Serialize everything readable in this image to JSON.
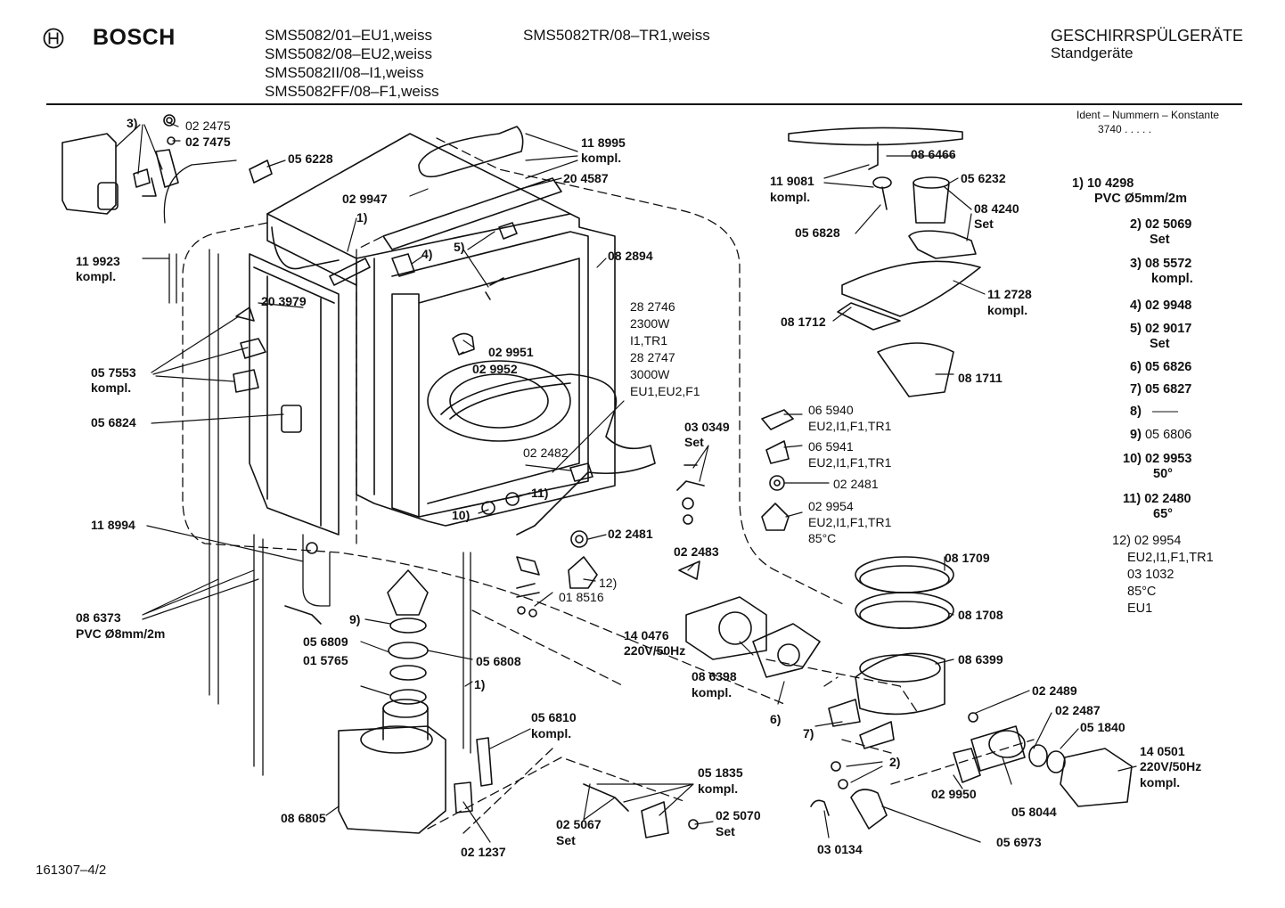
{
  "header": {
    "brand": "BOSCH",
    "models_col1": [
      "SMS5082/01–EU1,weiss",
      "SMS5082/08–EU2,weiss",
      "SMS5082II/08–I1,weiss",
      "SMS5082FF/08–F1,weiss"
    ],
    "models_col2": [
      "SMS5082TR/08–TR1,weiss"
    ],
    "category": "GESCHIRRSPÜLGERÄTE",
    "subcategory": "Standgeräte"
  },
  "ident": {
    "title": "Ident – Nummern – Konstante",
    "value": "3740 . . . . ."
  },
  "legend": [
    {
      "no": "1)",
      "lines": [
        "10 4298",
        "PVC Ø5mm/2m"
      ]
    },
    {
      "no": "2)",
      "lines": [
        "02 5069",
        "Set"
      ]
    },
    {
      "no": "3)",
      "lines": [
        "08 5572",
        "kompl."
      ]
    },
    {
      "no": "4)",
      "lines": [
        "02 9948"
      ]
    },
    {
      "no": "5)",
      "lines": [
        "02 9017",
        "Set"
      ]
    },
    {
      "no": "6)",
      "lines": [
        "05 6826"
      ]
    },
    {
      "no": "7)",
      "lines": [
        "05 6827"
      ]
    },
    {
      "no": "8)",
      "lines": [
        "——"
      ]
    },
    {
      "no": "9)",
      "lines": [
        "05 6806"
      ]
    },
    {
      "no": "10)",
      "lines": [
        "02 9953",
        "50°"
      ]
    },
    {
      "no": "11)",
      "lines": [
        "02 2480",
        "65°"
      ]
    },
    {
      "no": "12)",
      "lines": [
        "02 9954",
        "EU2,I1,F1,TR1",
        "03 1032",
        "85°C",
        "EU1"
      ]
    }
  ],
  "labels": {
    "l_3": "3)",
    "l_022475": "02 2475",
    "l_027475": "02 7475",
    "l_056228": "05 6228",
    "l_119923": "11 9923",
    "l_119923k": "kompl.",
    "l_029947": "02 9947",
    "l_118995": "11 8995",
    "l_118995k": "kompl.",
    "l_204587": "20 4587",
    "l_1a": "1)",
    "l_4": "4)",
    "l_5": "5)",
    "l_082894": "08 2894",
    "l_203979": "20 3979",
    "l_057553": "05 7553",
    "l_057553k": "kompl.",
    "l_029951": "02 9951",
    "l_029952": "02 9952",
    "heater": [
      "28 2746",
      "2300W",
      "I1,TR1",
      "28 2747",
      "3000W",
      "EU1,EU2,F1"
    ],
    "l_056824": "05 6824",
    "l_022482": "02 2482",
    "l_11": "11)",
    "l_10": "10)",
    "l_118994": "11 8994",
    "l_022481a": "02 2481",
    "l_12": "12)",
    "l_018516": "01 8516",
    "l_086373": "08 6373",
    "l_086373p": "PVC Ø8mm/2m",
    "l_9": "9)",
    "l_056809": "05 6809",
    "l_015765": "01 5765",
    "l_056808": "05 6808",
    "l_1b": "1)",
    "l_056810": "05 6810",
    "l_056810k": "kompl.",
    "l_086805": "08 6805",
    "l_025067": "02 5067",
    "l_025067s": "Set",
    "l_021237": "02 1237",
    "l_051835": "05 1835",
    "l_051835k": "kompl.",
    "l_025070": "02 5070",
    "l_025070s": "Set",
    "l_119081": "11 9081",
    "l_119081k": "kompl.",
    "l_086466": "08 6466",
    "l_056232": "05 6232",
    "l_084240": "08 4240",
    "l_084240s": "Set",
    "l_056828": "05 6828",
    "l_112728": "11 2728",
    "l_112728k": "kompl.",
    "l_081712": "08 1712",
    "l_081711": "08 1711",
    "l_065940": "06 5940",
    "l_065940v": "EU2,I1,F1,TR1",
    "l_065941": "06 5941",
    "l_065941v": "EU2,I1,F1,TR1",
    "l_022481b": "02 2481",
    "l_029954": "02 9954",
    "l_029954v": "EU2,I1,F1,TR1",
    "l_029954t": "85°C",
    "l_030349": "03 0349",
    "l_030349s": "Set",
    "l_022483": "02 2483",
    "l_140476": "14 0476",
    "l_140476v": "220V/50Hz",
    "l_081709": "08 1709",
    "l_081708": "08 1708",
    "l_086399": "08 6399",
    "l_086398": "08 6398",
    "l_086398k": "kompl.",
    "l_6": "6)",
    "l_7": "7)",
    "l_022489": "02 2489",
    "l_022487": "02 2487",
    "l_051840": "05 1840",
    "l_2": "2)",
    "l_140501": "14 0501",
    "l_140501v": "220V/50Hz",
    "l_140501k": "kompl.",
    "l_029950": "02 9950",
    "l_058044": "05 8044",
    "l_030134": "03 0134",
    "l_056973": "05 6973"
  },
  "footer": {
    "code": "161307–4/2"
  }
}
